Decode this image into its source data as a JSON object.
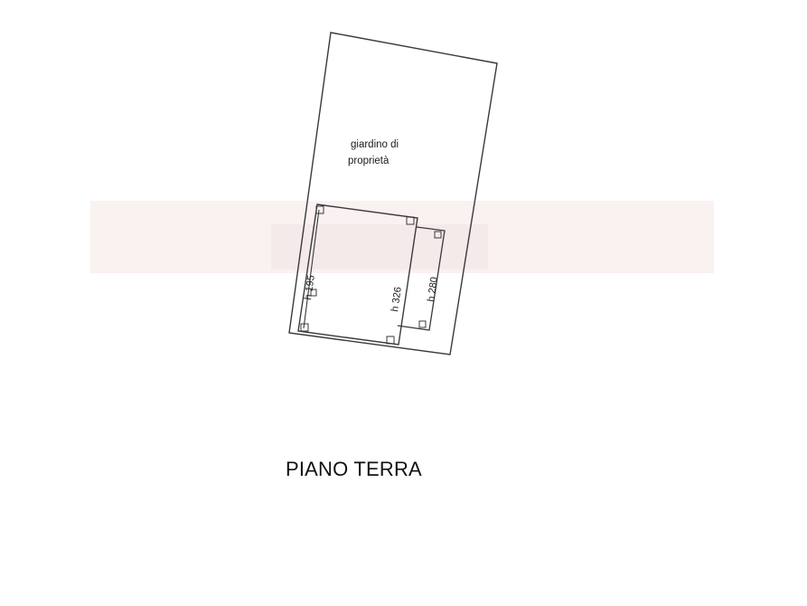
{
  "plan": {
    "garden_label_line1": "giardino di",
    "garden_label_line2": "proprietà",
    "height_left": "h 195",
    "height_center": "h 326",
    "height_right": "h 280",
    "floor_title": "PIANO TERRA"
  },
  "colors": {
    "line": "#3a3a3a",
    "text": "#111111",
    "watermark": "#f3dede"
  }
}
